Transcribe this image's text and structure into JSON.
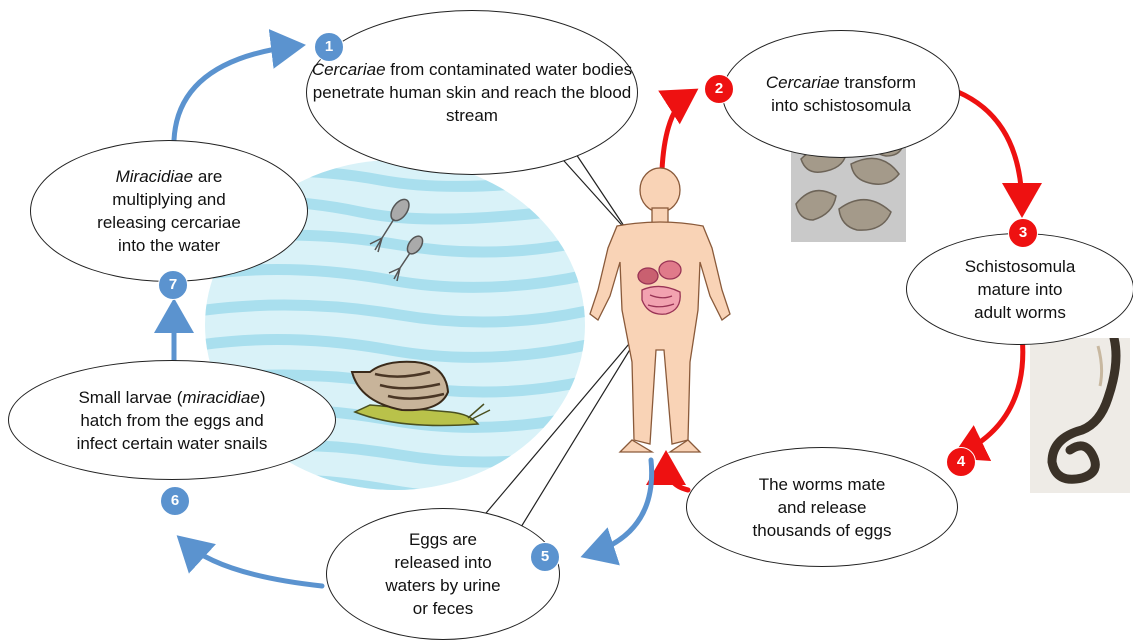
{
  "colors": {
    "red": "#ee1111",
    "blue": "#5b93cf",
    "water": "#c9ecf5",
    "skin": "#f9d3b6"
  },
  "steps": [
    {
      "num": "1",
      "pre": "",
      "em": "Cercariae",
      "post": " from contaminated water bodies penetrate human skin and reach the blood stream",
      "color": "blue"
    },
    {
      "num": "2",
      "pre": "",
      "em": "Cercariae",
      "post": " transform into schistosomula",
      "color": "red"
    },
    {
      "num": "3",
      "pre": "Schistosomula mature into adult worms",
      "em": "",
      "post": "",
      "color": "red"
    },
    {
      "num": "4",
      "pre": "The worms mate and release thousands of eggs",
      "em": "",
      "post": "",
      "color": "red"
    },
    {
      "num": "5",
      "pre": "Eggs are released into waters by urine or feces",
      "em": "",
      "post": "",
      "color": "blue"
    },
    {
      "num": "6",
      "pre": "Small larvae (",
      "em": "miracidiae",
      "post": ") hatch from the eggs and infect certain water snails",
      "color": "blue"
    },
    {
      "num": "7",
      "pre": "",
      "em": "Miracidiae",
      "post": " are multiplying and releasing cercariae into the water",
      "color": "blue"
    }
  ]
}
